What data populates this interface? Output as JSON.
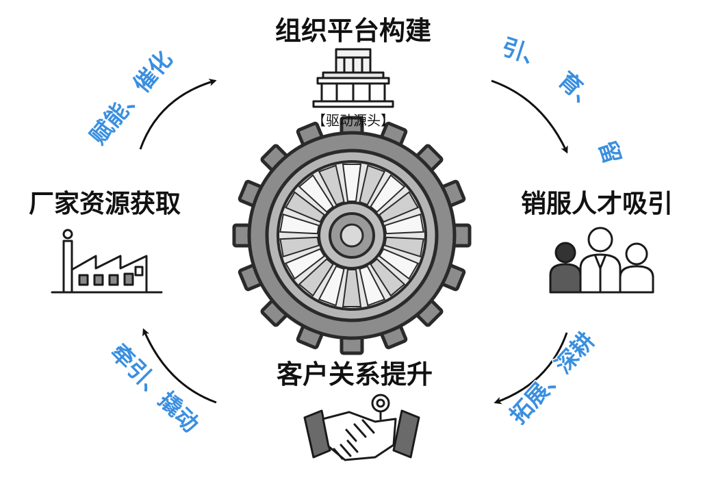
{
  "nodes": {
    "top": {
      "title": "组织平台构建",
      "tag": "【驱动源头】",
      "icon": "building-icon"
    },
    "right": {
      "title": "销服人才吸引",
      "icon": "people-icon"
    },
    "bottom": {
      "title": "客户关系提升",
      "icon": "handshake-icon"
    },
    "left": {
      "title": "厂家资源获取",
      "icon": "factory-icon"
    }
  },
  "center": {
    "icon": "gear-icon"
  },
  "cycle_labels": {
    "top_right": [
      "引、",
      "育、",
      "留"
    ],
    "bottom_right": "拓展、深耕",
    "bottom_left": "牵引、撬动",
    "top_left": "赋能、催化"
  },
  "colors": {
    "accent_blue": "#3a8fe0",
    "title_text": "#111111",
    "gear_gray": "#8a8a8a",
    "arrow": "#111111"
  }
}
